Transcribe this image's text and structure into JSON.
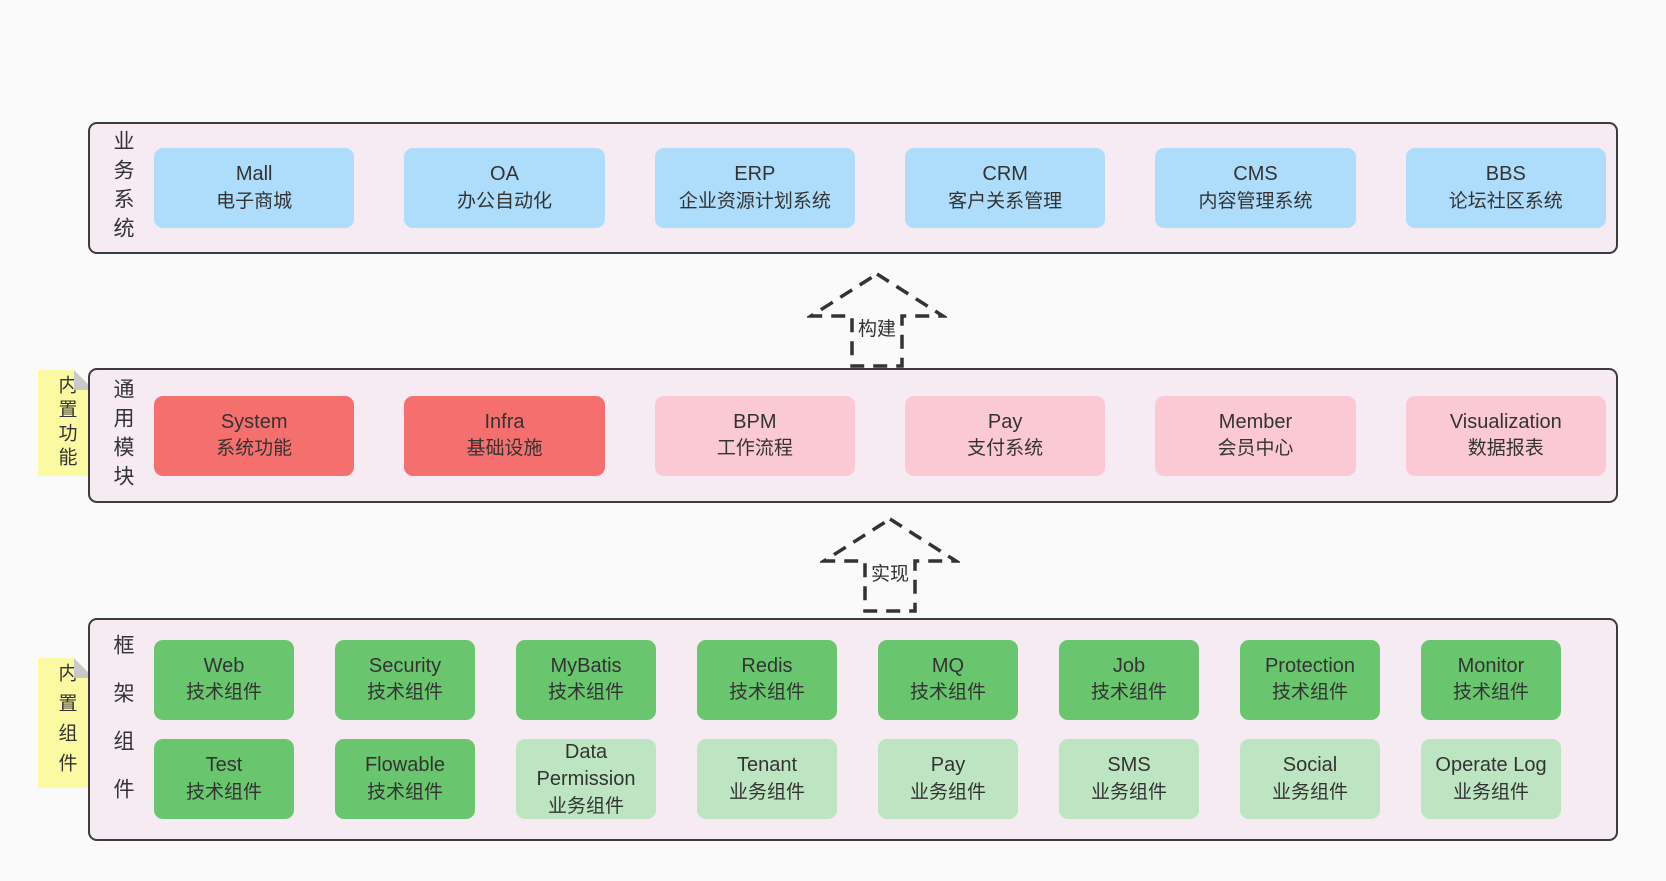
{
  "colors": {
    "page_bg": "#fafafa",
    "layer_bg": "#f7ebf3",
    "layer_border": "#3c3c3c",
    "business_box": "#aeddfb",
    "core_module_box": "#f56f6f",
    "optional_module_box": "#fbc9d3",
    "tech_component_box": "#69c66e",
    "biz_component_box": "#bee5c1",
    "sticky_note": "#fbf9a2",
    "note_fold": "#c9c9c9",
    "text": "#333333"
  },
  "arrows": [
    {
      "label": "构建"
    },
    {
      "label": "实现"
    }
  ],
  "layers": [
    {
      "label": "业务系统",
      "rows": [
        [
          {
            "en": "Mall",
            "zh": "电子商城"
          },
          {
            "en": "OA",
            "zh": "办公自动化"
          },
          {
            "en": "ERP",
            "zh": "企业资源计划系统"
          },
          {
            "en": "CRM",
            "zh": "客户关系管理"
          },
          {
            "en": "CMS",
            "zh": "内容管理系统"
          },
          {
            "en": "BBS",
            "zh": "论坛社区系统"
          }
        ]
      ]
    },
    {
      "label": "通用模块",
      "note": "内置功能",
      "rows": [
        [
          {
            "en": "System",
            "zh": "系统功能"
          },
          {
            "en": "Infra",
            "zh": "基础设施"
          },
          {
            "en": "BPM",
            "zh": "工作流程"
          },
          {
            "en": "Pay",
            "zh": "支付系统"
          },
          {
            "en": "Member",
            "zh": "会员中心"
          },
          {
            "en": "Visualization",
            "zh": "数据报表"
          }
        ]
      ]
    },
    {
      "label": "框架组件",
      "note": "内置组件",
      "rows": [
        [
          {
            "en": "Web",
            "zh": "技术组件"
          },
          {
            "en": "Security",
            "zh": "技术组件"
          },
          {
            "en": "MyBatis",
            "zh": "技术组件"
          },
          {
            "en": "Redis",
            "zh": "技术组件"
          },
          {
            "en": "MQ",
            "zh": "技术组件"
          },
          {
            "en": "Job",
            "zh": "技术组件"
          },
          {
            "en": "Protection",
            "zh": "技术组件"
          },
          {
            "en": "Monitor",
            "zh": "技术组件"
          }
        ],
        [
          {
            "en": "Test",
            "zh": "技术组件"
          },
          {
            "en": "Flowable",
            "zh": "技术组件"
          },
          {
            "en": "Data Permission",
            "zh": "业务组件"
          },
          {
            "en": "Tenant",
            "zh": "业务组件"
          },
          {
            "en": "Pay",
            "zh": "业务组件"
          },
          {
            "en": "SMS",
            "zh": "业务组件"
          },
          {
            "en": "Social",
            "zh": "业务组件"
          },
          {
            "en": "Operate Log",
            "zh": "业务组件"
          }
        ]
      ]
    }
  ]
}
